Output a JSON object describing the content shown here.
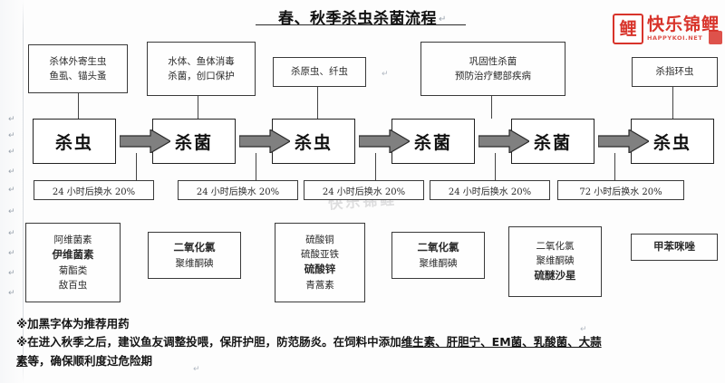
{
  "document": {
    "title": "春、秋季杀虫杀菌流程",
    "pilcrow_glyph": "↵",
    "watermark_text": "快乐锦鲤"
  },
  "logo": {
    "mark": "鲤",
    "name_cn": "快乐锦鲤",
    "name_en": "HAPPYKOI.NET",
    "color": "#d8342b"
  },
  "purpose_boxes": [
    {
      "lines": [
        "杀体外寄生虫",
        "鱼虱、锚头蚤"
      ]
    },
    {
      "lines": [
        "水体、鱼体消毒",
        "杀菌，创口保护"
      ]
    },
    {
      "lines": [
        "杀原虫、纤虫"
      ]
    },
    {
      "lines": [
        "巩固性杀菌",
        "预防治疗鳃部疾病"
      ]
    },
    {
      "lines": [
        "杀指环虫"
      ]
    }
  ],
  "flow_stages": [
    {
      "label": "杀虫"
    },
    {
      "label": "杀菌"
    },
    {
      "label": "杀虫"
    },
    {
      "label": "杀菌"
    },
    {
      "label": "杀菌"
    },
    {
      "label": "杀虫"
    }
  ],
  "water_change_boxes": [
    {
      "text": "24 小时后换水 20%"
    },
    {
      "text": "24 小时后换水 20%"
    },
    {
      "text": "24 小时后换水 20%"
    },
    {
      "text": "24 小时后换水 20%"
    },
    {
      "text": "72 小时后换水 20%"
    }
  ],
  "medicine_boxes": [
    {
      "lines": [
        {
          "text": "阿维菌素",
          "bold": false
        },
        {
          "text": "伊维菌素",
          "bold": true
        },
        {
          "text": "菊酯类",
          "bold": false
        },
        {
          "text": "敌百虫",
          "bold": false
        }
      ]
    },
    {
      "lines": [
        {
          "text": "二氧化氯",
          "bold": true
        },
        {
          "text": "聚维酮碘",
          "bold": false
        }
      ]
    },
    {
      "lines": [
        {
          "text": "硫酸铜",
          "bold": false
        },
        {
          "text": "硫酸亚铁",
          "bold": false
        },
        {
          "text": "硫酸锌",
          "bold": true
        },
        {
          "text": "青蒿素",
          "bold": false
        }
      ]
    },
    {
      "lines": [
        {
          "text": "二氧化氯",
          "bold": true
        },
        {
          "text": "聚维酮碘",
          "bold": false
        }
      ]
    },
    {
      "lines": [
        {
          "text": "二氧化氯",
          "bold": false
        },
        {
          "text": "聚维酮碘",
          "bold": false
        },
        {
          "text": "硫醚沙星",
          "bold": true
        }
      ]
    },
    {
      "lines": [
        {
          "text": "甲苯咪唑",
          "bold": true
        }
      ]
    }
  ],
  "notes": {
    "line1": "※加黑字体为推荐用药",
    "line2_a": "※在进入秋季之后，建议鱼友调整投喂，保肝护胆，防范肠炎。在饲料中添加",
    "line2_u": "维生素、肝胆宁、EM菌、乳酸菌、大蒜",
    "line3_a": "素",
    "line3_b": "等，确保顺利度过危险期"
  }
}
